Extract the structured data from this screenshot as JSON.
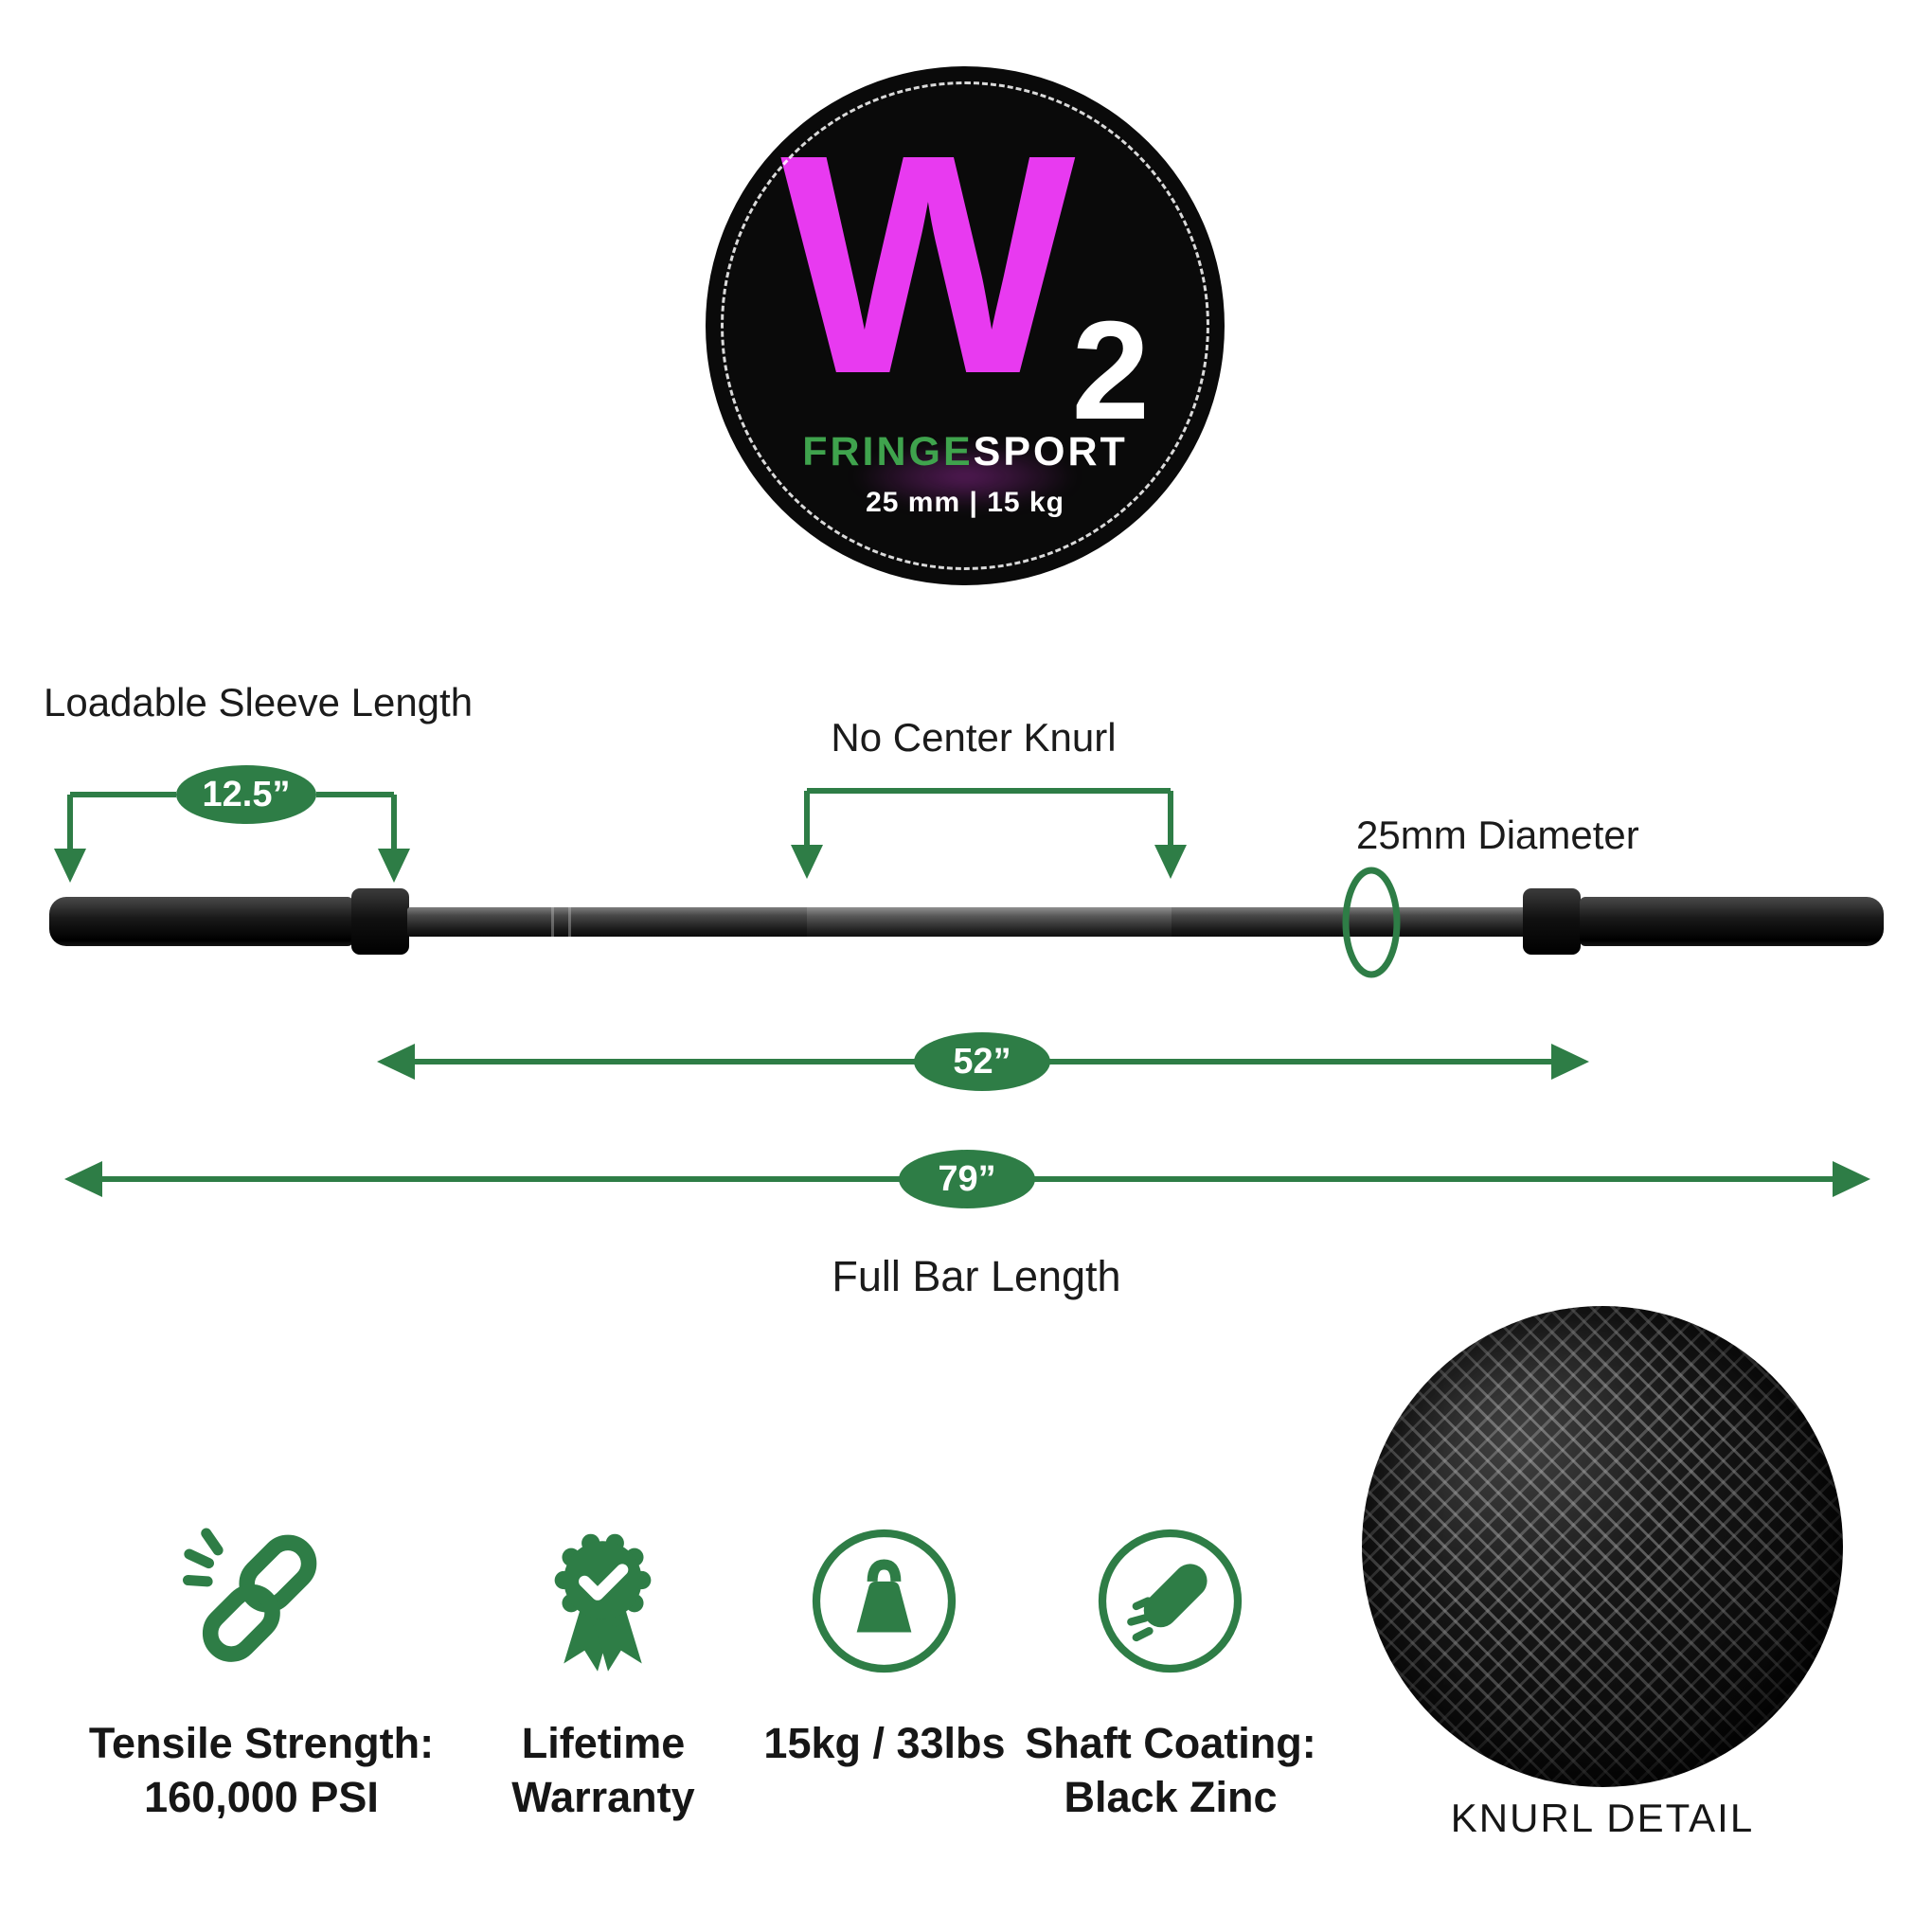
{
  "colors": {
    "green": "#2e7d46",
    "brand_green": "#3fa34d",
    "magenta": "#e83af0",
    "logo_background": "#0a0a0a",
    "text_dark": "#1a1a1a"
  },
  "logo": {
    "letter": "W",
    "subscript": "2",
    "brand_primary": "FRINGE",
    "brand_secondary": "SPORT",
    "spec": "25 mm | 15 kg"
  },
  "diagram": {
    "loadable_sleeve_label": "Loadable Sleeve Length",
    "loadable_sleeve_value": "12.5”",
    "no_center_knurl_label": "No Center Knurl",
    "diameter_label": "25mm Diameter",
    "inner_length_value": "52”",
    "full_length_value": "79”",
    "full_length_label": "Full Bar Length"
  },
  "features": [
    {
      "icon": "broken-chain-icon",
      "line1": "Tensile Strength:",
      "line2": "160,000 PSI"
    },
    {
      "icon": "award-ribbon-icon",
      "line1": "Lifetime",
      "line2": "Warranty"
    },
    {
      "icon": "weight-icon",
      "line1": "15kg / 33lbs",
      "line2": ""
    },
    {
      "icon": "shaft-roller-icon",
      "line1": "Shaft Coating:",
      "line2": "Black Zinc"
    }
  ],
  "knurl_detail": {
    "label": "KNURL DETAIL"
  }
}
